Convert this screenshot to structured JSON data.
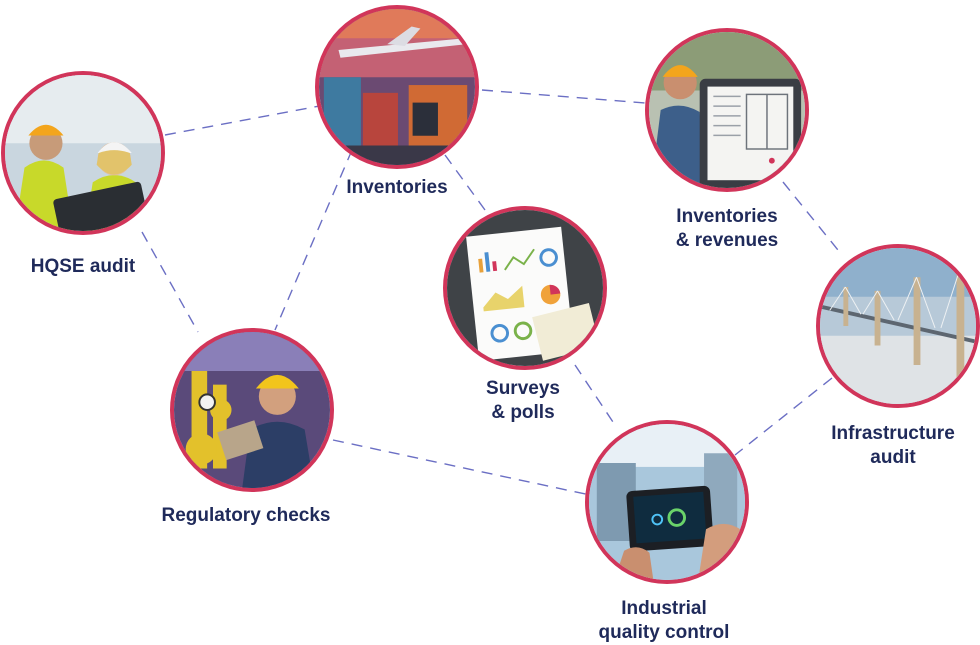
{
  "nodes": [
    {
      "id": "hqse",
      "name": "hqse-audit",
      "icon": "hqse-audit-photo-icon",
      "label": [
        "HQSE audit"
      ]
    },
    {
      "id": "inventories",
      "name": "inventories",
      "icon": "inventories-photo-icon",
      "label": [
        "Inventories"
      ]
    },
    {
      "id": "inv-rev",
      "name": "inventories-revenues",
      "icon": "inventories-revenues-photo-icon",
      "label": [
        "Inventories",
        "& revenues"
      ]
    },
    {
      "id": "surveys",
      "name": "surveys-polls",
      "icon": "surveys-polls-photo-icon",
      "label": [
        "Surveys",
        "& polls"
      ]
    },
    {
      "id": "infra",
      "name": "infrastructure-audit",
      "icon": "infrastructure-audit-photo-icon",
      "label": [
        "Infrastructure",
        "audit"
      ]
    },
    {
      "id": "regulatory",
      "name": "regulatory-checks",
      "icon": "regulatory-checks-photo-icon",
      "label": [
        "Regulatory checks"
      ]
    },
    {
      "id": "industrial",
      "name": "industrial-quality-control",
      "icon": "industrial-quality-control-photo-icon",
      "label": [
        "Industrial",
        "quality control"
      ]
    }
  ],
  "colors": {
    "ring": "#d1355a",
    "connector": "#6b6fc4",
    "label": "#1f2a5a"
  }
}
